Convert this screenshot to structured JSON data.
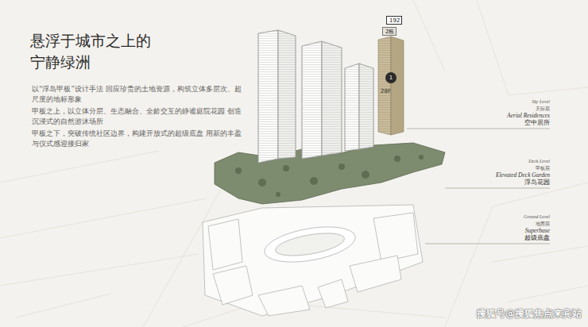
{
  "diagram": {
    "title": "悬浮于城市之上的 宁静绿洲",
    "nodes": [
      {
        "text": [
          "192"
        ]
      },
      {
        "text": [
          "2栋"
        ]
      },
      {
        "text": [
          "1"
        ]
      }
    ],
    "labels": [
      "以“浮岛甲板”设计手法 回应珍贵的土地资源，构筑立体多层次、超尺度的地标形象",
      "甲板之上，以立体分层、生态融合、全龄交互的静谧庭院花园 创造沉浸式的自然游沐场所",
      "甲板之下，突破传统社区边界，构建开放式的超级底盘 用新的丰盈与仪式感迎接归家",
      "Sky Level",
      "天际层",
      "Aerial Residences",
      "空中居所",
      "Deck Level",
      "甲板层",
      "Elevated Deck Garden",
      "浮岛花园",
      "Ground Level",
      "地面层",
      "Superbase",
      "超级底盘",
      "28F",
      "搜狐号@搜狐焦点来宾站"
    ]
  }
}
